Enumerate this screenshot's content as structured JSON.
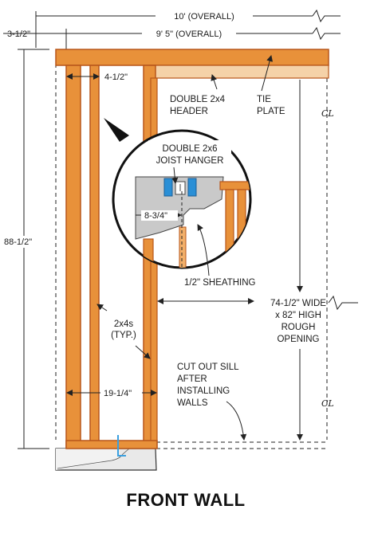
{
  "title": "FRONT WALL",
  "colors": {
    "wood_fill": "#e8913a",
    "wood_edge": "#b8561a",
    "header_fill": "#f5d2a8",
    "concrete": "#e9e9e9",
    "dim_line": "#222222",
    "hanger_blue": "#2a8fd6",
    "anchor_blue": "#3aa0e0"
  },
  "dimensions": {
    "overall_10": "10' (OVERALL)",
    "overall_9_5": "9' 5\" (OVERALL)",
    "left_offset": "3-1/2\"",
    "post_width": "4-1/2\"",
    "wall_height": "88-1/2\"",
    "stud_spacing": "19-1/4\"",
    "detail_depth": "8-3/4\""
  },
  "labels": {
    "header": [
      "DOUBLE 2x4",
      "HEADER"
    ],
    "tie_plate": [
      "TIE",
      "PLATE"
    ],
    "joist_hanger": [
      "DOUBLE 2x6",
      "JOIST HANGER"
    ],
    "sheathing": "1/2\" SHEATHING",
    "opening": [
      "74-1/2\" WIDE",
      "x 82\" HIGH",
      "ROUGH",
      "OPENING"
    ],
    "studs": [
      "2x4s",
      "(TYP.)"
    ],
    "sill": [
      "CUT OUT SILL",
      "AFTER",
      "INSTALLING",
      "WALLS"
    ],
    "centerline_top": "CL",
    "centerline_bottom": "CL"
  }
}
